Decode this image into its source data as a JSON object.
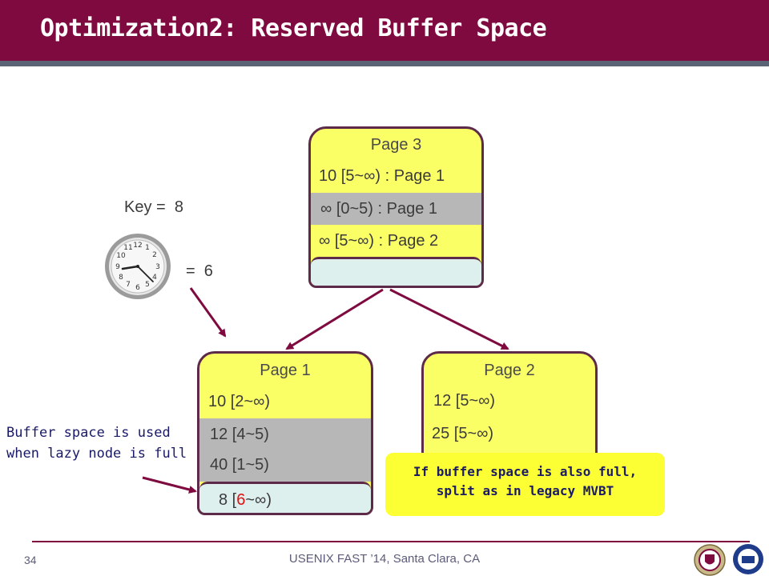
{
  "title": "Optimization2: Reserved Buffer Space",
  "key_label": "Key =  8",
  "time_label": "=  6",
  "page3": {
    "head": "Page 3",
    "rows": [
      "10 [5~∞) : Page 1",
      "∞ [0~5)  : Page 1",
      "∞ [5~∞) : Page 2"
    ]
  },
  "page1": {
    "head": "Page 1",
    "rows": [
      "10 [2~∞)",
      "12 [4~5)",
      "40 [1~5)"
    ],
    "buffer_prefix": "8 [",
    "buffer_highlight": "6",
    "buffer_suffix": "~∞)"
  },
  "page2": {
    "head": "Page 2",
    "rows": [
      "12 [5~∞)",
      "25 [5~∞)"
    ]
  },
  "note": [
    "Buffer space is used",
    "when lazy node is full"
  ],
  "callout": [
    "If buffer space is also full,",
    "split as in legacy MVBT"
  ],
  "footer": "USENIX FAST ’14, Santa Clara, CA",
  "page_number": "34",
  "colors": {
    "title_bar": "#7f0a3f",
    "node_fill": "#fbff66",
    "buffer_fill": "#ddf0ee",
    "arrow": "#7f0a3f",
    "highlight": "#e01010"
  },
  "icons": [
    "clock-icon",
    "university-seal-icon",
    "university-logo-icon"
  ]
}
